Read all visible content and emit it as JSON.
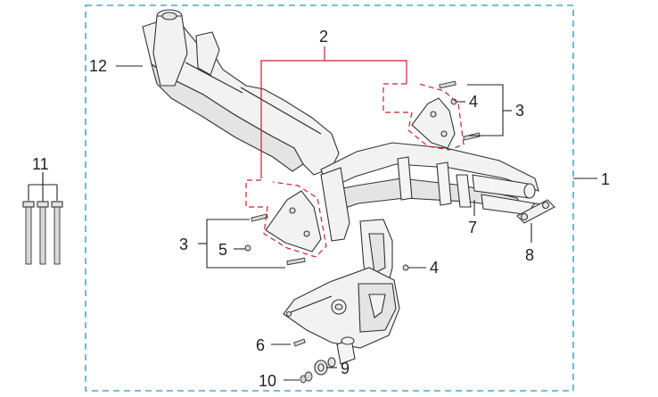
{
  "diagram": {
    "assembly_number": "1",
    "callouts": [
      "2",
      "3",
      "3",
      "4",
      "4",
      "5",
      "6",
      "7",
      "8",
      "9",
      "10",
      "11",
      "12"
    ],
    "colors": {
      "assembly_box": "#4aa9c9",
      "group_outline": "#c8202a",
      "line": "#333333",
      "part_fill": "#f2f2f2"
    }
  }
}
